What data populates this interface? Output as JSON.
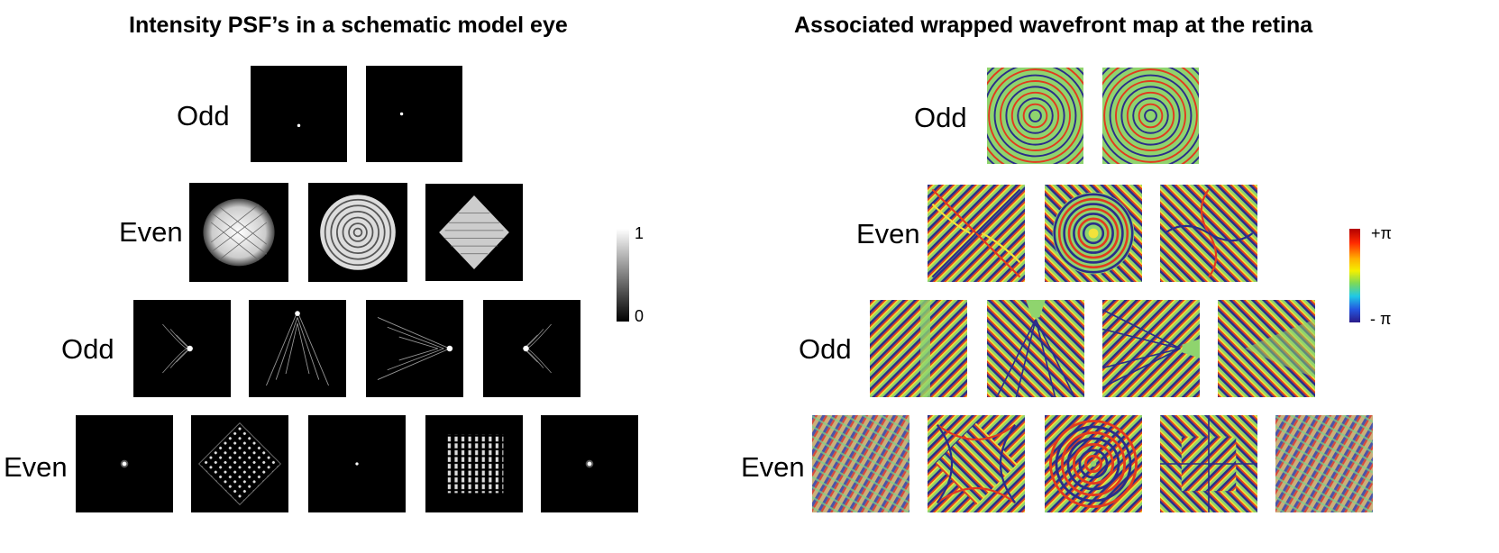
{
  "left_panel": {
    "title": "Intensity PSF’s in a schematic model eye",
    "rows": [
      {
        "label": "Odd"
      },
      {
        "label": "Even"
      },
      {
        "label": "Odd"
      },
      {
        "label": "Even"
      }
    ],
    "colorbar": {
      "max_label": "1",
      "min_label": "0",
      "colormap": "grayscale"
    }
  },
  "right_panel": {
    "title": "Associated wrapped wavefront map at the retina",
    "rows": [
      {
        "label": "Odd"
      },
      {
        "label": "Even"
      },
      {
        "label": "Odd"
      },
      {
        "label": "Even"
      }
    ],
    "colorbar": {
      "max_label": "+π",
      "min_label": "- π",
      "colormap": "jet"
    }
  },
  "colors": {
    "psf_background": "#000000",
    "psf_highlight": "#ffffff"
  }
}
